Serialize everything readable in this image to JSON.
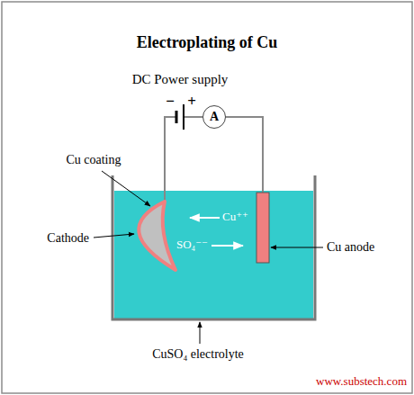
{
  "diagram": {
    "title": "Electroplating of Cu",
    "nodes": [
      {
        "text": [
          "A"
        ]
      }
    ],
    "labels": [
      "DC Power supply",
      "−",
      "+",
      "Cu coating",
      "Cathode",
      "Cu⁺⁺",
      "SO₄⁻⁻",
      "Cu anode",
      "CuSO₄ electrolyte",
      "www.substech.com"
    ]
  }
}
